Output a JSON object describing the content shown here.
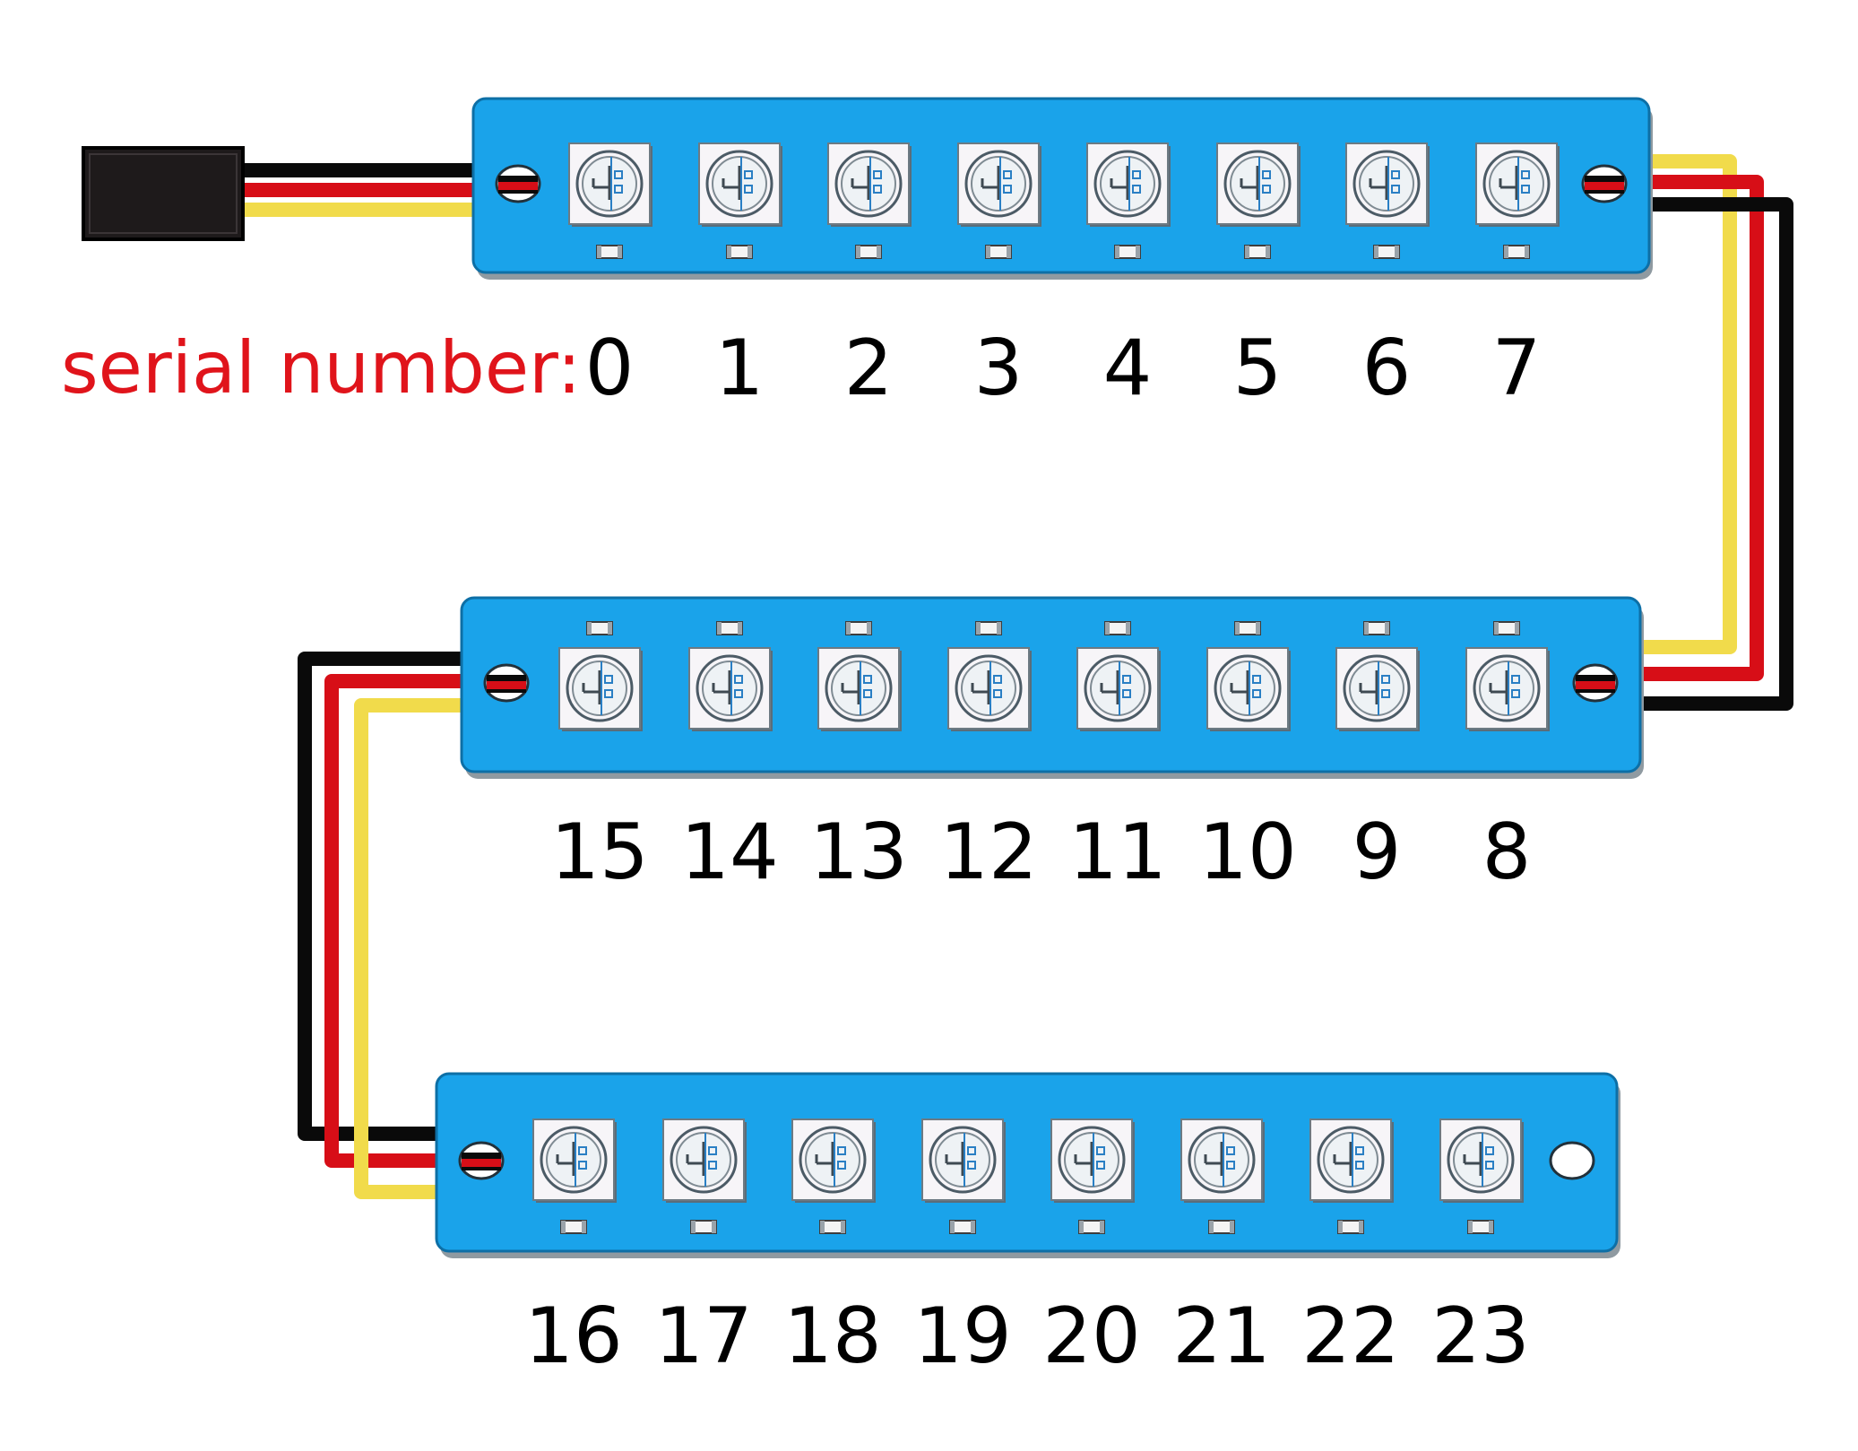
{
  "prefix_label": "serial number:",
  "colors": {
    "strip": "#1aa3ea",
    "strip_edge": "#0d6fa6",
    "strip_shadow": "#8f9aa1",
    "led_face": "#f7f5f8",
    "led_mark": "#2a7fc4",
    "wire_black": "#0a0a0a",
    "wire_red": "#d70e17",
    "wire_yellow": "#f1db4b",
    "connector": "#1e1a1b",
    "label_accent": "#e0141b",
    "label_text": "#000000"
  },
  "strips": [
    {
      "leds": [
        "0",
        "1",
        "2",
        "3",
        "4",
        "5",
        "6",
        "7"
      ]
    },
    {
      "leds": [
        "15",
        "14",
        "13",
        "12",
        "11",
        "10",
        "9",
        "8"
      ]
    },
    {
      "leds": [
        "16",
        "17",
        "18",
        "19",
        "20",
        "21",
        "22",
        "23"
      ]
    }
  ],
  "icons": {
    "connector": "3-pin-connector-icon",
    "led": "rgb-led-chip-icon",
    "resistor": "smd-capacitor-icon",
    "hole": "mounting-hole-icon"
  }
}
